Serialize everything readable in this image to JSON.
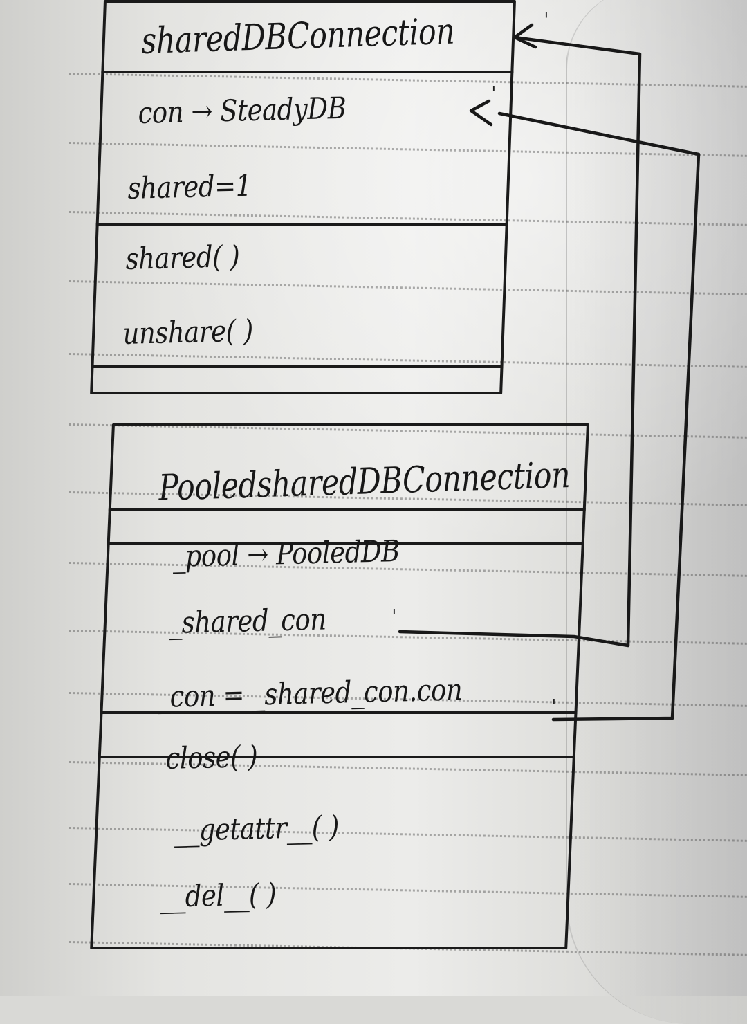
{
  "diagram": {
    "shared_db_connection": {
      "title": "sharedDBConnection",
      "attributes": [
        "con → SteadyDB",
        "shared=1"
      ],
      "methods": [
        "shared( )",
        "unshare( )"
      ]
    },
    "pooled_shared_db_connection": {
      "title": "PooledsharedDBConnection",
      "attributes": [
        "_pool → PooledDB",
        "_shared_con",
        "_con = _shared_con.con"
      ],
      "methods": [
        "close( )",
        "__getattr__( )",
        "__del__( )"
      ]
    },
    "connectors": [
      "_shared_con to sharedDBConnection",
      "_con to SteadyDB"
    ]
  },
  "colors": {
    "paper": "#e8e8e5",
    "ink": "#181818",
    "dotted_lines": "#555555"
  }
}
